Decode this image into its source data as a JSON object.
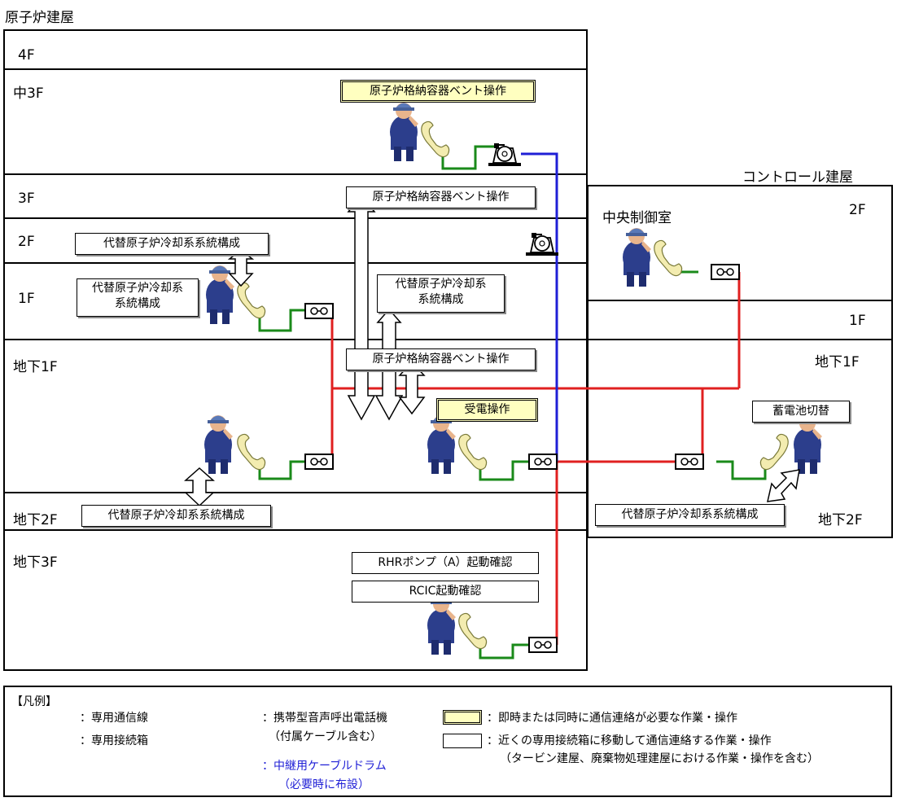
{
  "reactor_building": {
    "title": "原子炉建屋",
    "floors": {
      "f4": "4F",
      "m3f": "中3F",
      "f3": "3F",
      "f2": "2F",
      "f1": "1F",
      "b1": "地下1F",
      "b2": "地下2F",
      "b3": "地下3F"
    },
    "ops": {
      "vent_m3f": "原子炉格納容器ベント操作",
      "vent_3f": "原子炉格納容器ベント操作",
      "alt_cool_2f": "代替原子炉冷却系系統構成",
      "alt_cool_1f_left": "代替原子炉冷却系\n系統構成",
      "alt_cool_1f_center": "代替原子炉冷却系\n系統構成",
      "vent_b1": "原子炉格納容器ベント操作",
      "power_receive": "受電操作",
      "alt_cool_b2": "代替原子炉冷却系系統構成",
      "rhr_pump": "RHRポンプ（A）起動確認",
      "rcic": "RCIC起動確認"
    }
  },
  "control_building": {
    "title": "コントロール建屋",
    "floors": {
      "f2": "2F",
      "f1": "1F",
      "b1": "地下1F",
      "b2": "地下2F"
    },
    "room": "中央制御室",
    "ops": {
      "battery": "蓄電池切替",
      "alt_cool_b2": "代替原子炉冷却系系統構成"
    }
  },
  "legend": {
    "title": "【凡例】",
    "dedicated_line": "：専用通信線",
    "junction_box": "：専用接続箱",
    "phone_line1": "：携帯型音声呼出電話機",
    "phone_line2": "（付属ケーブル含む）",
    "drum_line1": "：中継用ケーブルドラム",
    "drum_line2": "（必要時に布設）",
    "urgent_line": "：即時または同時に通信連絡が必要な作業・操作",
    "move_line1": "：近くの専用接続箱に移動して通信連絡する作業・操作",
    "move_line2": "（タービン建屋、廃棄物処理建屋における作業・操作を含む）"
  },
  "colors": {
    "dedicated_line": "#e02020",
    "relay_cable": "#1f1fd6",
    "phone_cable": "#1a8a1a",
    "urgent_fill": "#ffffc0",
    "worker": "#2c3e8c",
    "phone_handset": "#f3ecb0"
  },
  "icons": [
    "worker-icon",
    "phone-handset-icon",
    "junction-box-icon",
    "cable-drum-icon",
    "double-arrow-icon"
  ]
}
